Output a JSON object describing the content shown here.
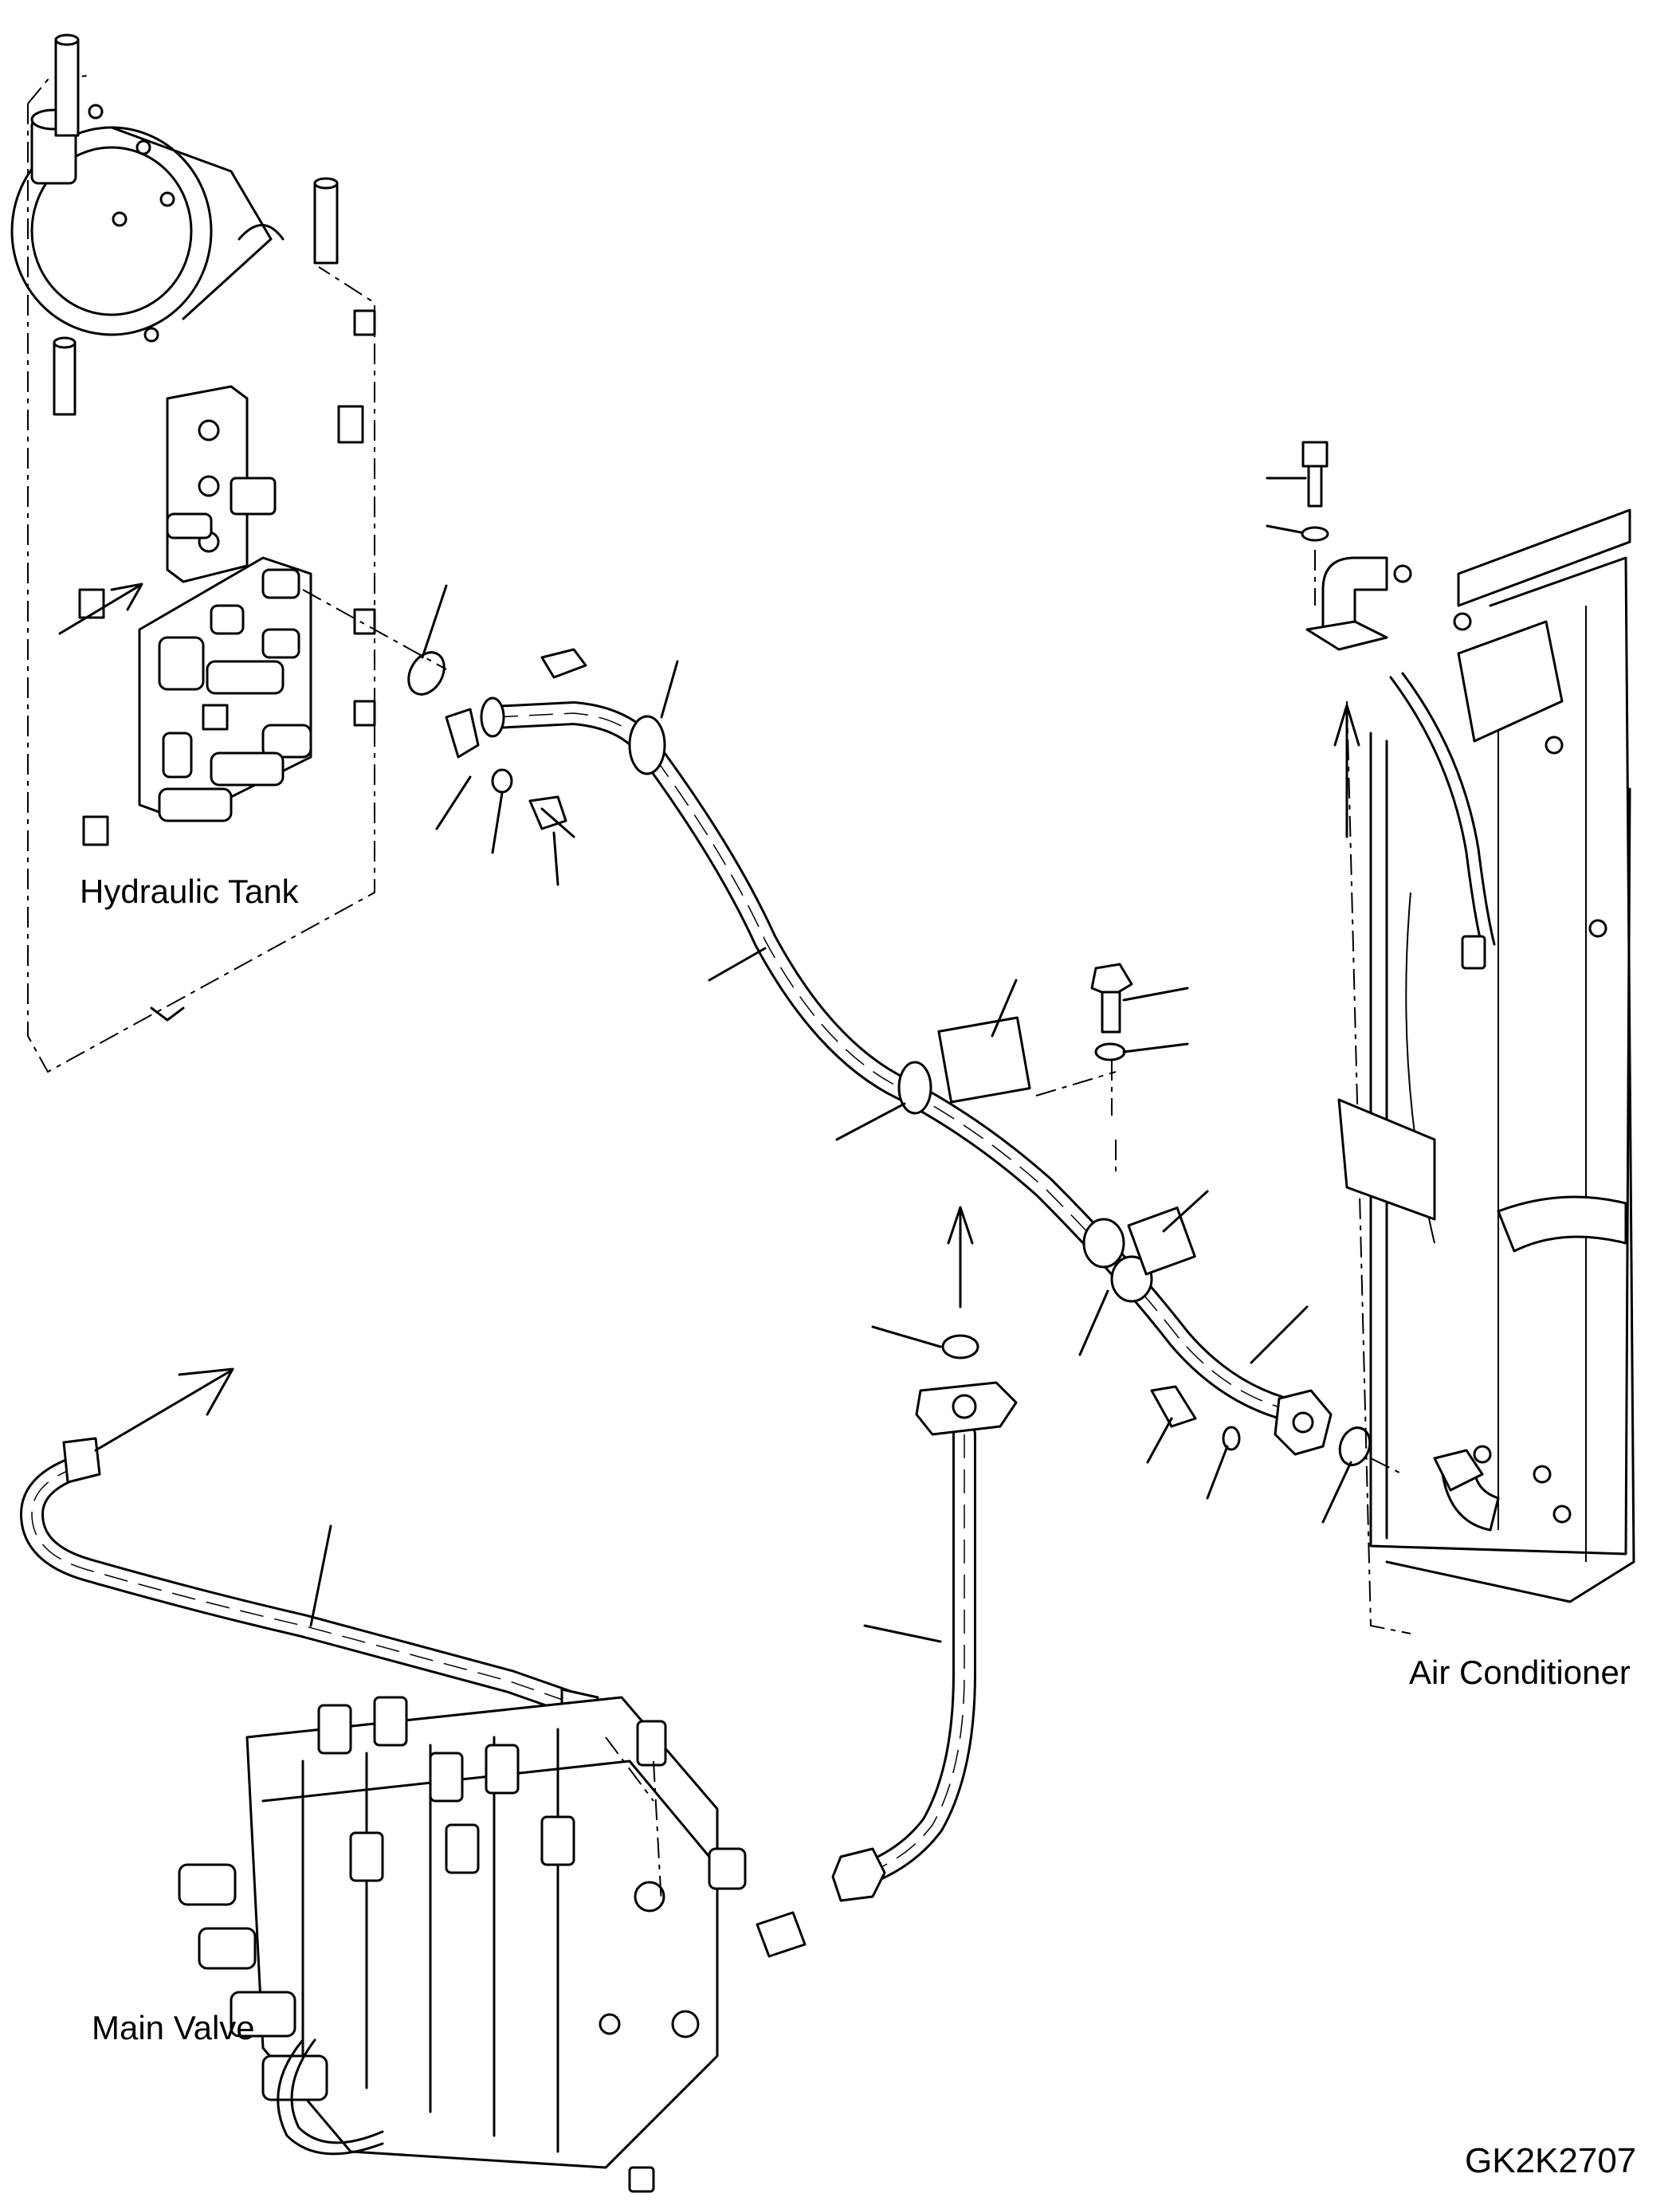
{
  "labels": {
    "hydraulic_tank": "Hydraulic Tank",
    "air_conditioner": "Air Conditioner",
    "main_valve": "Main Valve"
  },
  "drawing_code": "GK2K2707",
  "icons": {
    "hydraulic_tank": "hydraulic-tank-icon",
    "air_conditioner": "air-conditioner-icon",
    "main_valve": "main-valve-icon"
  }
}
